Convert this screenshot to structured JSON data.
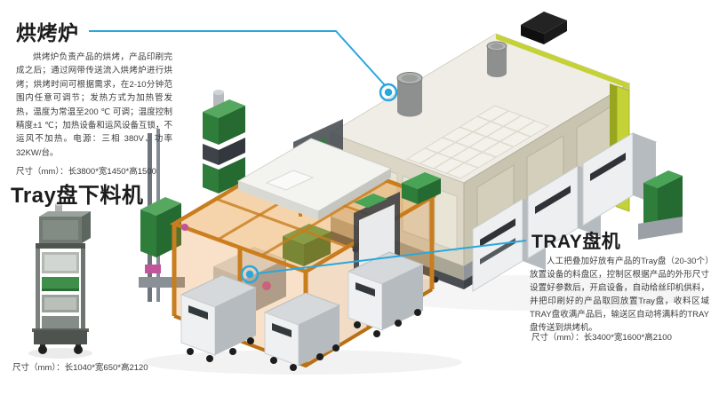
{
  "meta": {
    "background": "#ffffff",
    "accent_color": "#2aa7dc"
  },
  "callouts": {
    "oven": {
      "title": "烘烤炉",
      "body": "烘烤炉负责产品的烘烤，产品印刷完成之后；通过网带传送流入烘烤炉进行烘烤；烘烤时间可根据需求，在2-10分钟范围内任意可调节；发热方式为加热管发热，温度为常温至200 ℃ 可调；温度控制精度±1 ℃；加热设备和运风设备互锁，不运风不加热。电源：三相 380V、功率 32KW/台。",
      "dimensions": "尺寸（mm）：长3800*宽1450*高1500"
    },
    "tray_unloader": {
      "title": "Tray盘下料机",
      "dimensions": "尺寸（mm）：长1040*宽650*高2120"
    },
    "tray_machine": {
      "title": "TRAY盘机",
      "body": "人工把叠加好放有产品的Tray盘（20-30个）放置设备的料盘区，控制区根据产品的外形尺寸设置好参数后，开启设备，自动给丝印机供料，并把印刷好的产品取回放置Tray盘，收料区域TRAY盘收满产品后，输送区自动将满料的TRAY盘传送到烘烤机。",
      "dimensions": "尺寸（mm）：长3400*宽1600*高2100"
    }
  },
  "illustration": {
    "main_scene": "3d-render-of-tray-machine-with-baking-oven",
    "thumbnail": "3d-render-of-tray-unloader",
    "colors": {
      "oven_body": "#dcd7c8",
      "machine_frame_orange": "#e0891f",
      "safety_yellow_green": "#c4d238",
      "component_green": "#2f7d3b",
      "accent_magenta": "#c2549c"
    }
  }
}
